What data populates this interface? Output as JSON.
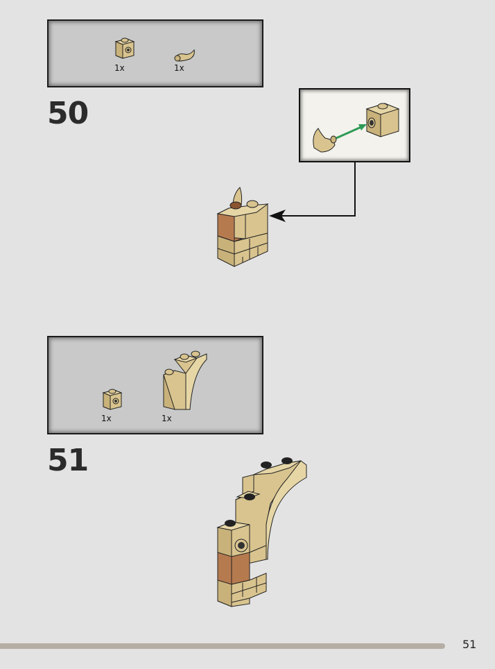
{
  "steps": [
    {
      "number": "50",
      "parts": [
        {
          "icon": "tan-1x1-brick-side-stud-icon",
          "qty": "1x"
        },
        {
          "icon": "tan-horn-piece-icon",
          "qty": "1x"
        }
      ]
    },
    {
      "number": "51",
      "parts": [
        {
          "icon": "tan-1x1-brick-side-stud-icon",
          "qty": "1x"
        },
        {
          "icon": "tan-arch-piece-icon",
          "qty": "1x"
        }
      ]
    }
  ],
  "page_number": "51",
  "colors": {
    "background": "#e3e3e3",
    "parts_box": "#c8c9c8",
    "callout": "#f3f2ec",
    "tan": "#d9c48f",
    "dark_tan": "#b89c63",
    "brown": "#b67a4f",
    "arrow_green": "#2e9a55"
  }
}
